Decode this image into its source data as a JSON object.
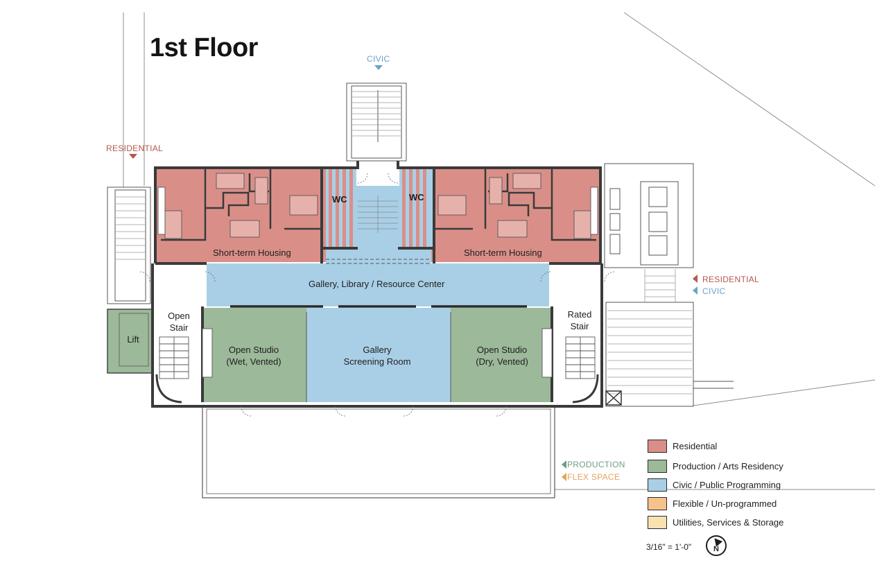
{
  "title": "1st Floor",
  "entries": {
    "civic_top": "CIVIC",
    "residential_left": "RESIDENTIAL",
    "residential_right": "RESIDENTIAL",
    "civic_right": "CIVIC",
    "production": "PRODUCTION",
    "flex_space": "FLEX SPACE"
  },
  "rooms": {
    "wc_left": "WC",
    "wc_right": "WC",
    "housing_left": "Short-term Housing",
    "housing_right": "Short-term Housing",
    "gallery_library": "Gallery, Library / Resource Center",
    "open_stair_1": "Open",
    "open_stair_2": "Stair",
    "rated_stair_1": "Rated",
    "rated_stair_2": "Stair",
    "lift": "Lift",
    "studio_wet_1": "Open Studio",
    "studio_wet_2": "(Wet, Vented)",
    "gallery_screening_1": "Gallery",
    "gallery_screening_2": "Screening Room",
    "studio_dry_1": "Open Studio",
    "studio_dry_2": "(Dry, Vented)"
  },
  "legend": [
    {
      "label": "Residential",
      "color": "#d98f88"
    },
    {
      "label": "Production / Arts Residency",
      "color": "#9cb99a"
    },
    {
      "label": "Civic / Public Programming",
      "color": "#a9cfe6"
    },
    {
      "label": "Flexible / Un-programmed",
      "color": "#f5c28c"
    },
    {
      "label": "Utilities, Services & Storage",
      "color": "#f7e2b0"
    }
  ],
  "scale": "3/16\" = 1'-0\"",
  "north": "N",
  "colors": {
    "residential": "#d98f88",
    "production": "#9cb99a",
    "civic": "#a9cfe6",
    "wall": "#3a3a3a",
    "entry_residential": "#b5574f",
    "entry_civic": "#6aa3c9",
    "entry_production": "#6f9e83",
    "entry_flex": "#e4a45c"
  }
}
